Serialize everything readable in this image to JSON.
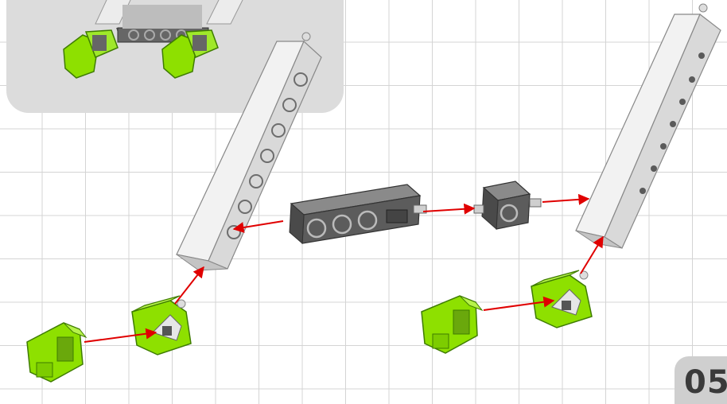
{
  "step": {
    "number": "05"
  },
  "colors": {
    "background": "#ffffff",
    "grid": "#d4d4d4",
    "inset_panel": "#dcdcdc",
    "beam": "#e8e8e8",
    "beam_shadow": "#a8a8a8",
    "dark_part": "#5c5c5c",
    "green_part": "#8ee000",
    "green_dark": "#4e9a00",
    "arrow": "#e00000"
  },
  "parts": [
    "inset-preview-assembly",
    "long-beam-left",
    "long-beam-right",
    "dark-connector-block",
    "dark-small-cube",
    "green-bracket-left",
    "green-clip-left",
    "green-bracket-right",
    "green-clip-right"
  ]
}
